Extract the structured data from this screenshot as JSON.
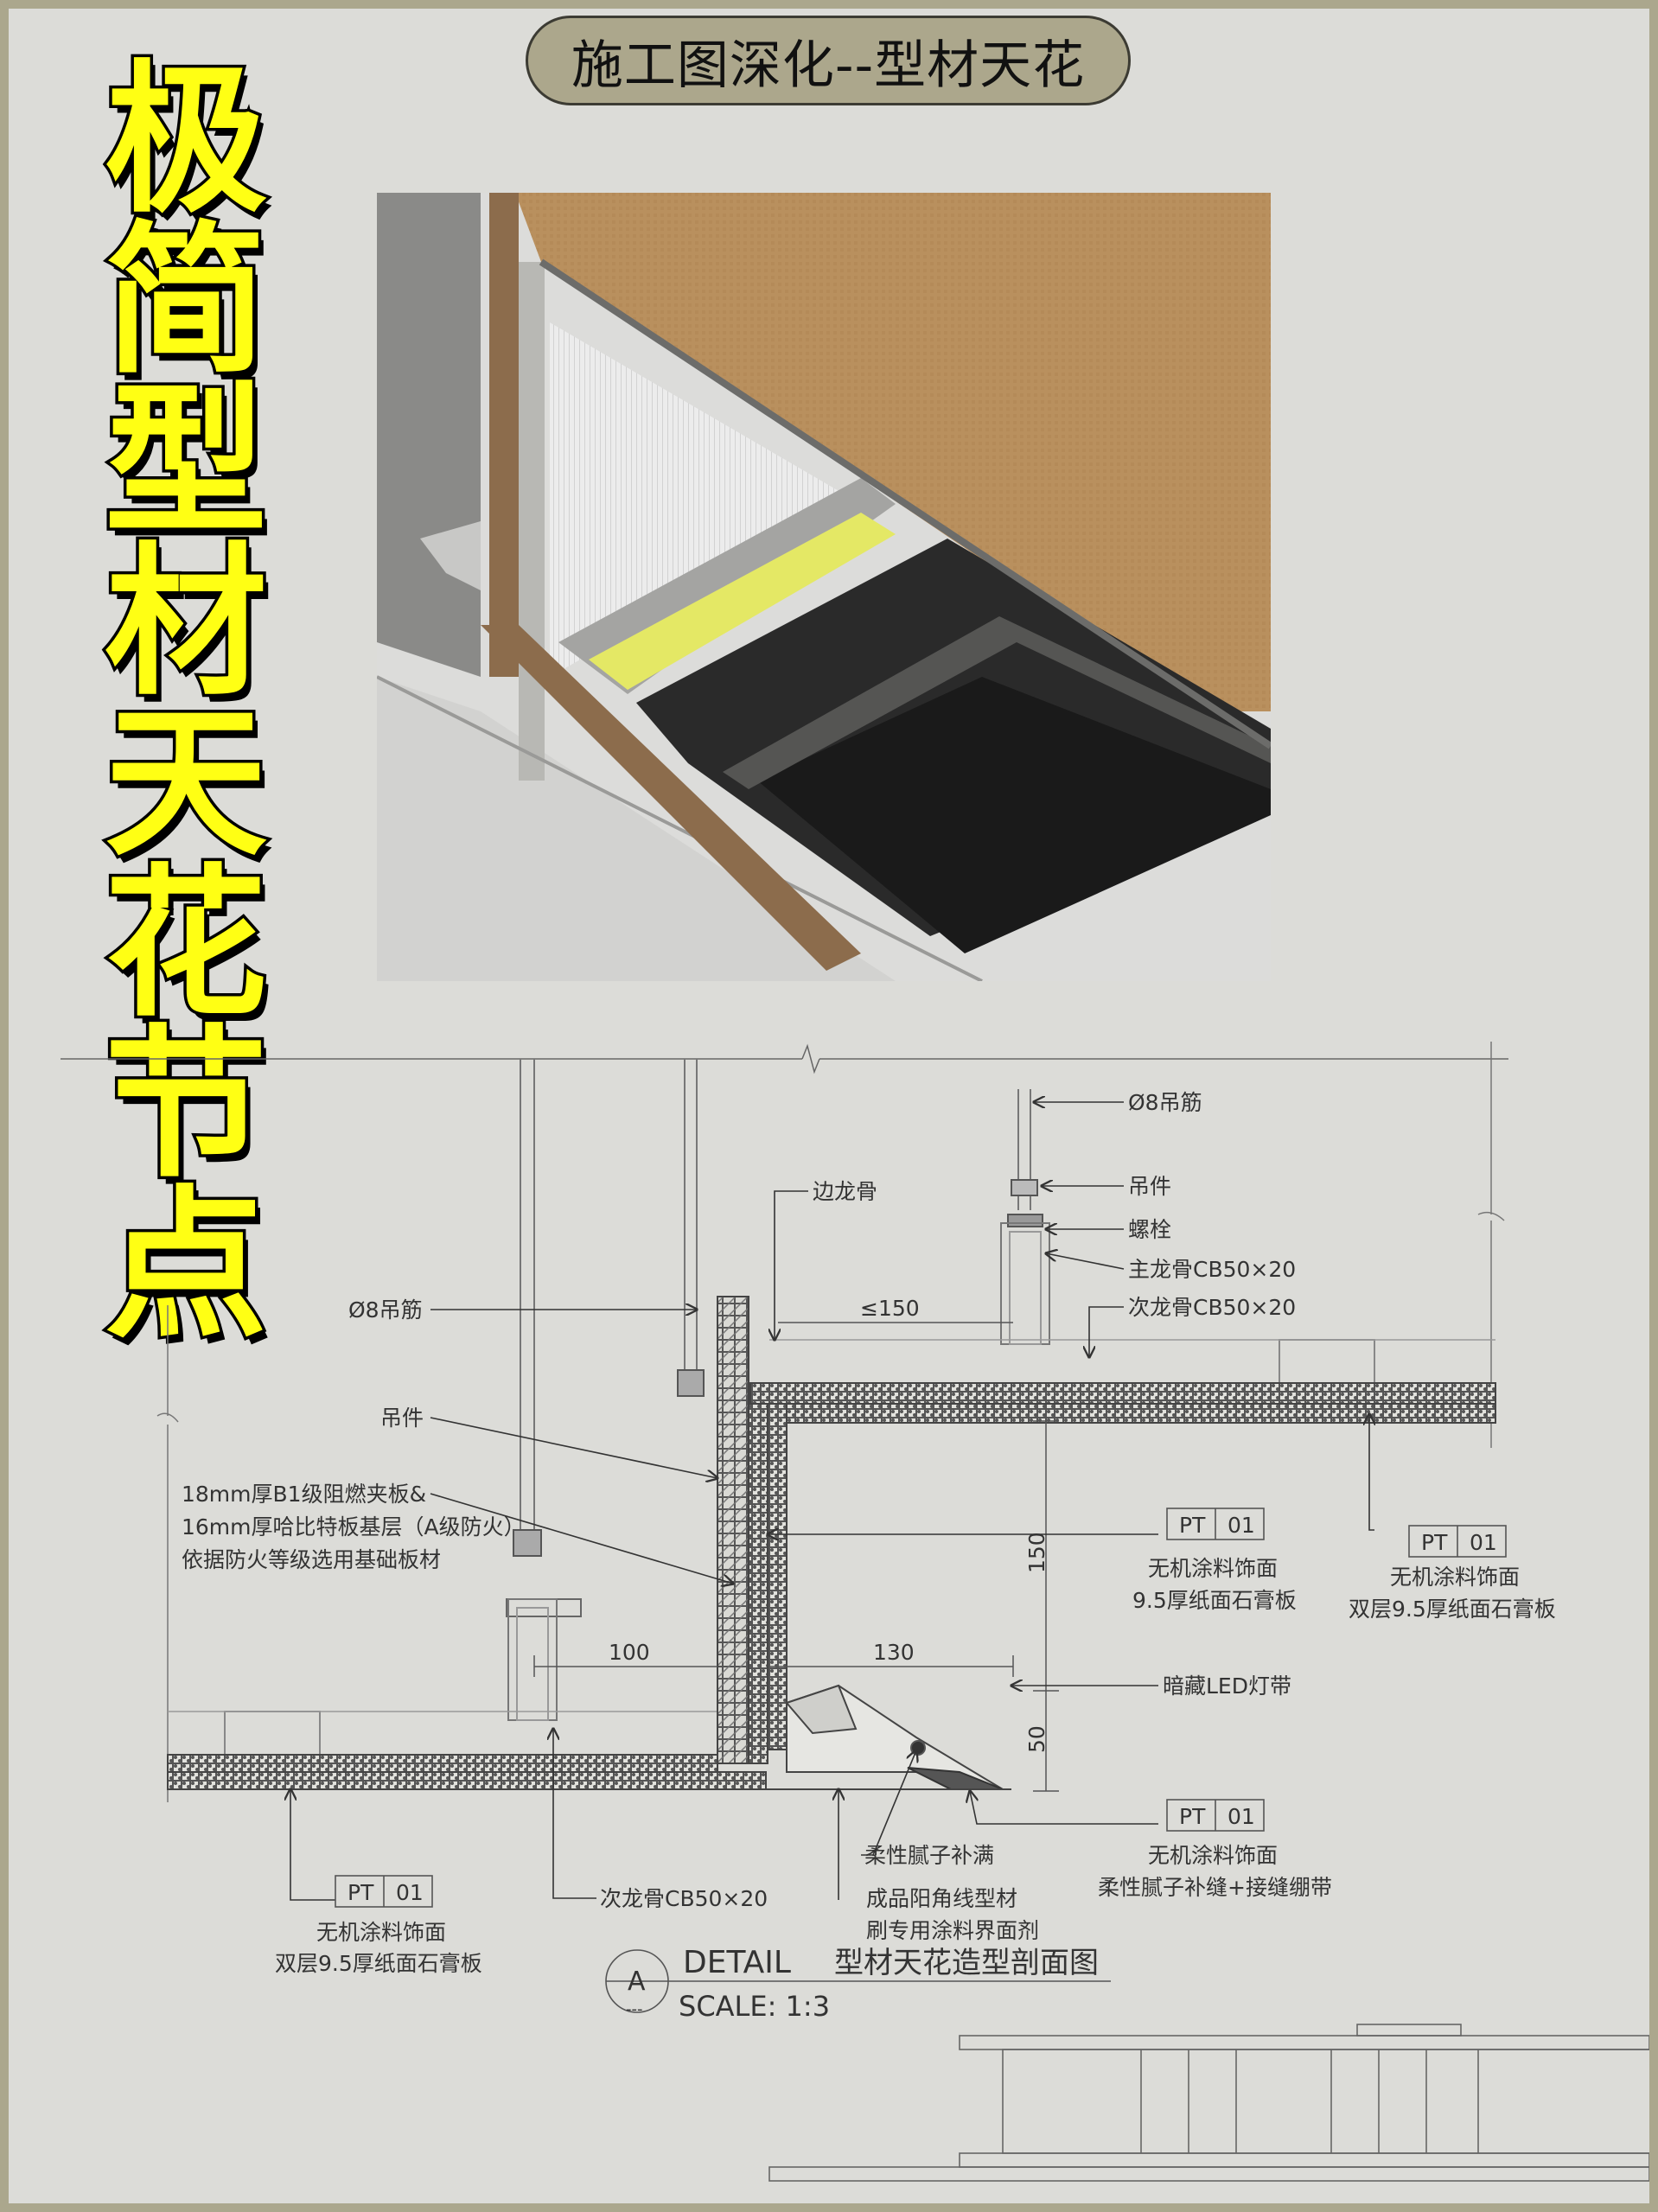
{
  "header": {
    "title": "施工图深化--型材天花"
  },
  "side_title": {
    "chars": [
      "极",
      "简",
      "型",
      "材",
      "天",
      "花",
      "节",
      "点"
    ]
  },
  "labels": {
    "rod_right": "Ø8吊筋",
    "hanger_right": "吊件",
    "bolt": "螺栓",
    "main_keel": "主龙骨CB50×20",
    "edge_keel": "边龙骨",
    "spacing": "≤150",
    "sub_keel_right": "次龙骨CB50×20",
    "rod_left": "Ø8吊筋",
    "hanger_left": "吊件",
    "substrate_1": "18mm厚B1级阻燃夹板&",
    "substrate_2": "16mm厚哈比特板基层（A级防火）",
    "substrate_3": "依据防火等级选用基础板材",
    "dim_100": "100",
    "dim_130": "130",
    "dim_150": "150",
    "dim_50": "50",
    "led": "暗藏LED灯带",
    "putty_fill": "柔性腻子补满",
    "corner_1": "成品阳角线型材",
    "corner_2": "刷专用涂料界面剂",
    "sub_keel_bottom": "次龙骨CB50×20"
  },
  "tags": {
    "tag_mid": {
      "code": "PT",
      "num": "01",
      "line1": "无机涂料饰面",
      "line2": "9.5厚纸面石膏板"
    },
    "tag_right": {
      "code": "PT",
      "num": "01",
      "line1": "无机涂料饰面",
      "line2": "双层9.5厚纸面石膏板"
    },
    "tag_bottom_mid": {
      "code": "PT",
      "num": "01",
      "line1": "无机涂料饰面",
      "line2": "柔性腻子补缝+接缝绷带"
    },
    "tag_bottom_left": {
      "code": "PT",
      "num": "01",
      "line1": "无机涂料饰面",
      "line2": "双层9.5厚纸面石膏板"
    }
  },
  "detail": {
    "letter": "A",
    "sub": "---",
    "word": "DETAIL",
    "name": "型材天花造型剖面图",
    "scale": "SCALE: 1:3"
  },
  "colors": {
    "frame": "#aba78d",
    "page": "#dcdcd8",
    "title_yellow": "#ffff14",
    "render_wood": "#b9905e",
    "render_led": "#e4e865"
  }
}
